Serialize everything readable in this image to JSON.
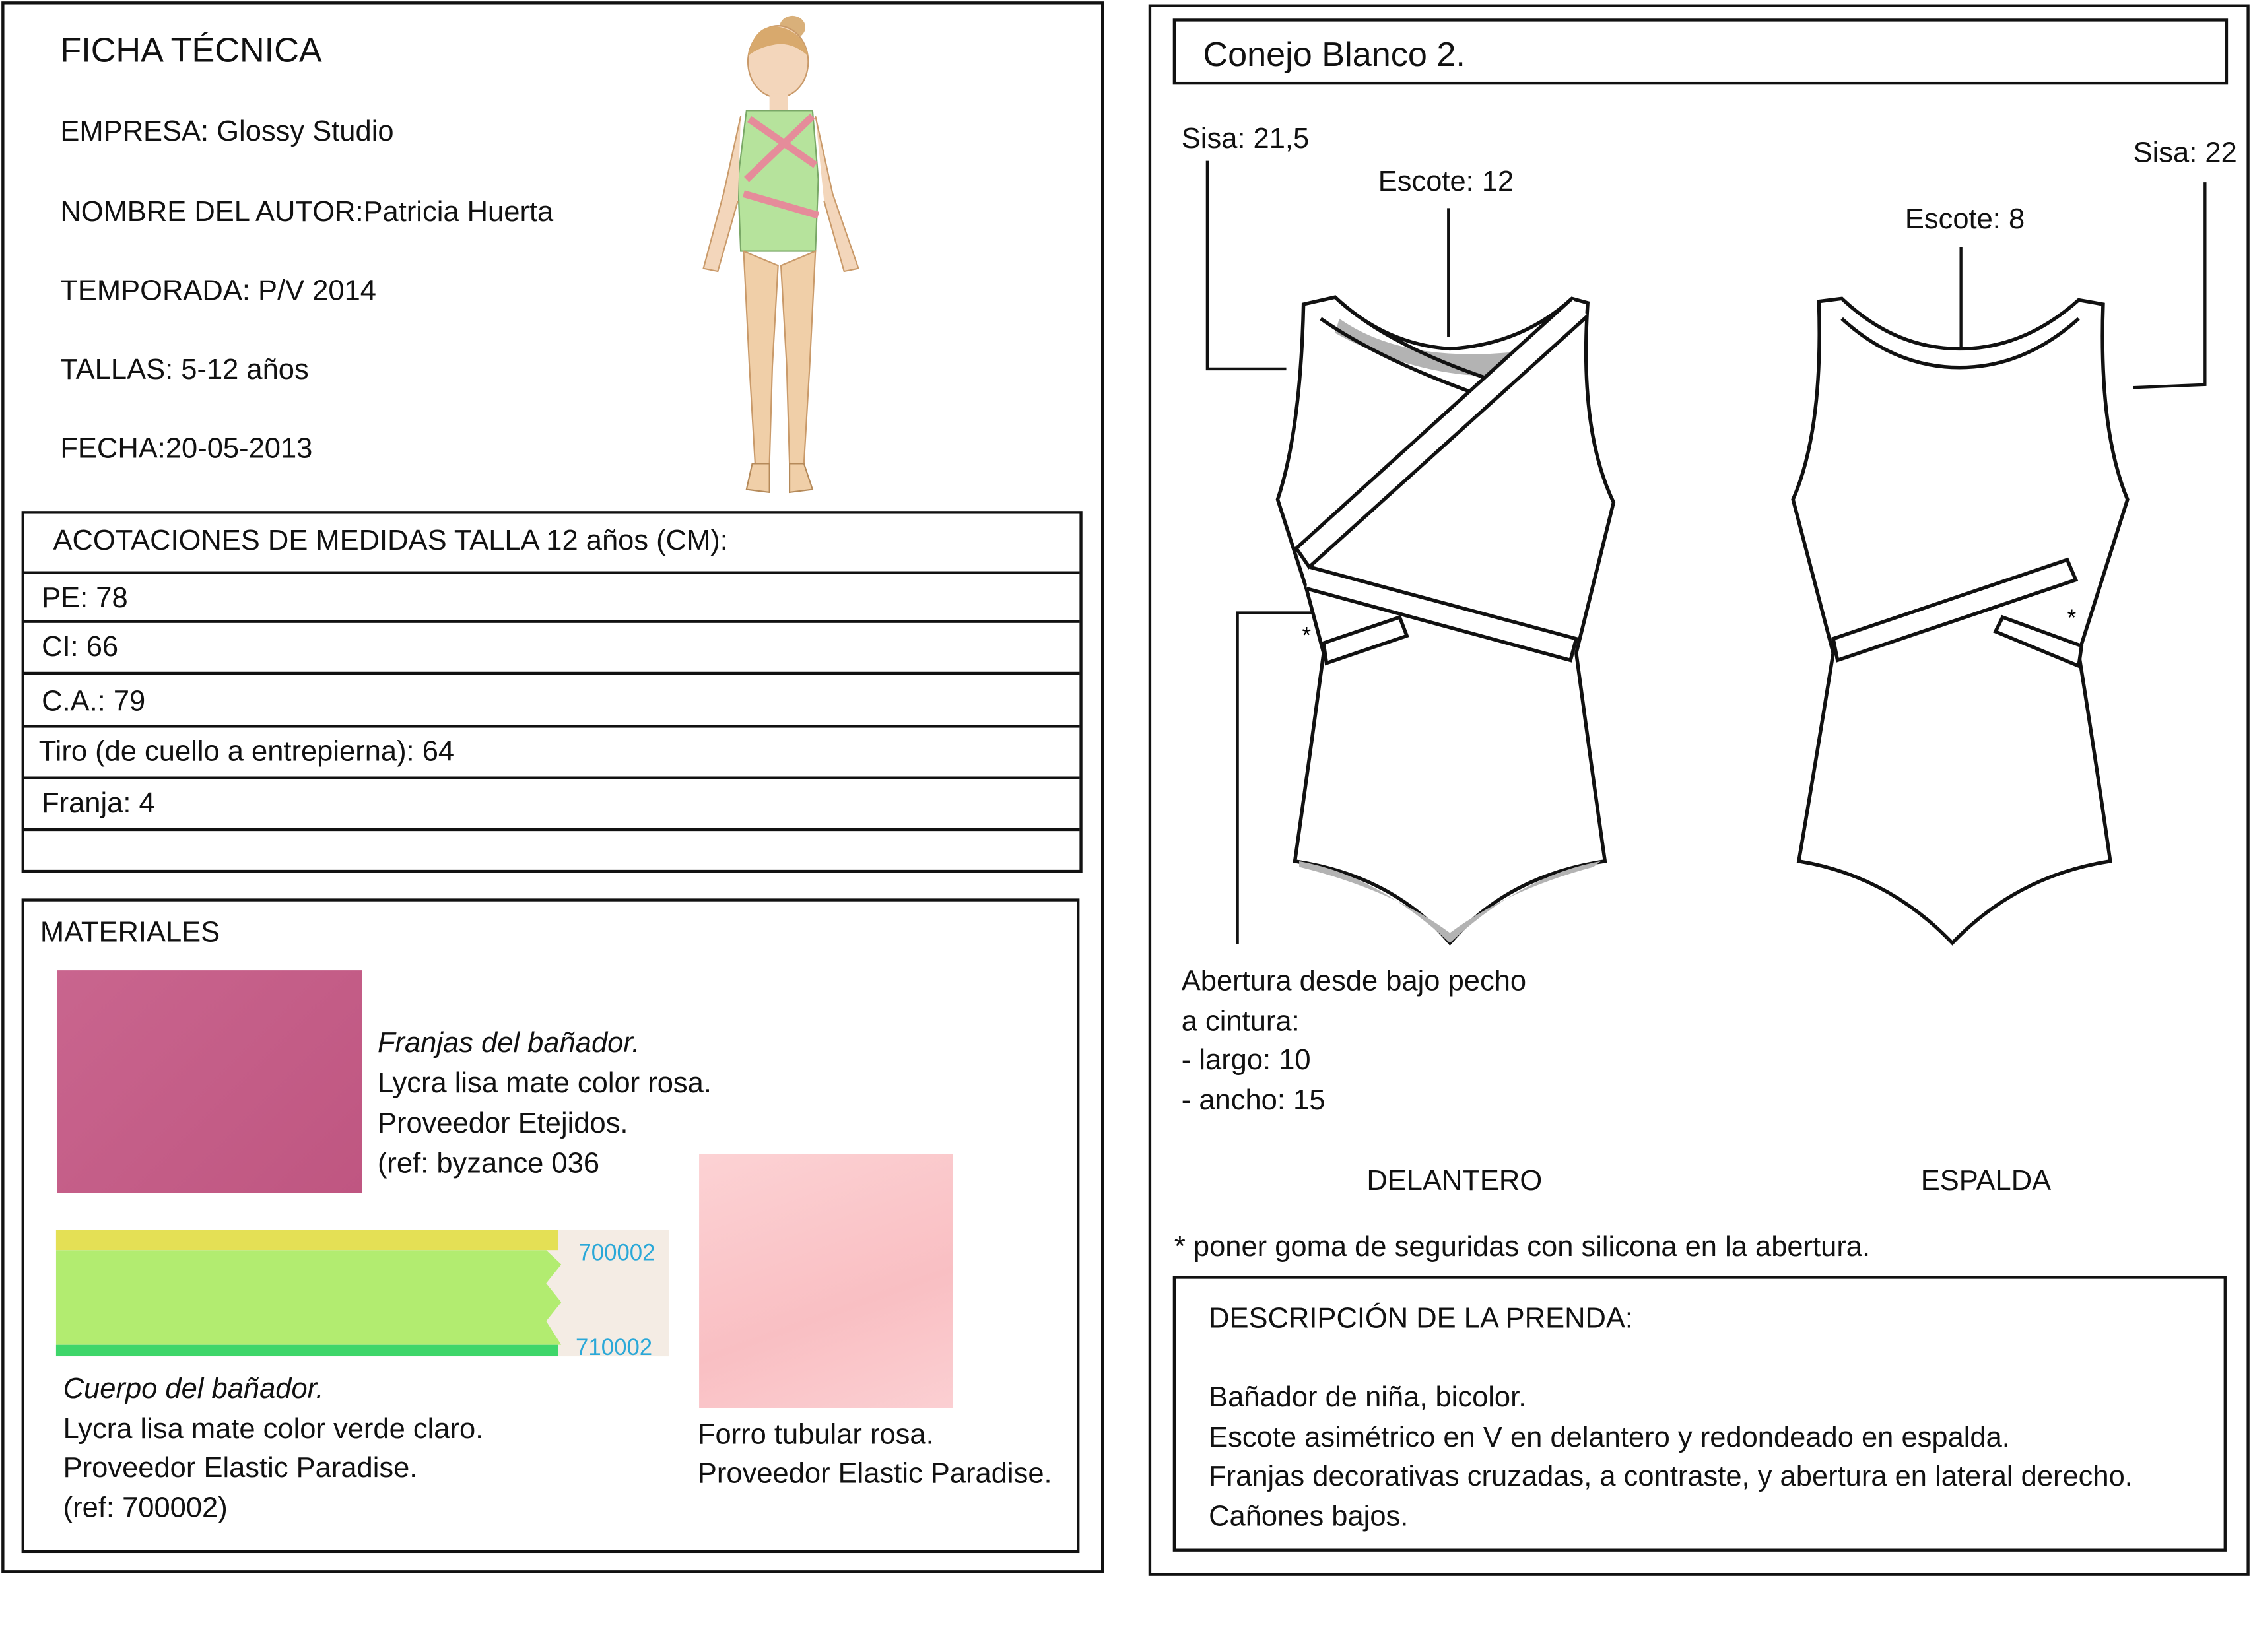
{
  "header": {
    "title": "FICHA TÉCNICA",
    "fields": [
      {
        "label": "EMPRESA:",
        "value": "Glossy Studio"
      },
      {
        "label": "NOMBRE DEL AUTOR:",
        "value": "Patricia Huerta"
      },
      {
        "label": "TEMPORADA:",
        "value": "P/V 2014"
      },
      {
        "label": "TALLAS:",
        "value": "5-12 años"
      },
      {
        "label": "FECHA:",
        "value": "20-05-2013"
      }
    ]
  },
  "measurements": {
    "title": "ACOTACIONES DE MEDIDAS TALLA 12 años (CM):",
    "rows": [
      "PE: 78",
      "CI: 66",
      "C.A.: 79",
      "Tiro (de cuello a entrepierna): 64",
      "Franja: 4",
      ""
    ]
  },
  "materials": {
    "title": "MATERIALES",
    "items": [
      {
        "name": "Franjas del bañador.",
        "lines": [
          "Lycra lisa mate color rosa.",
          "Proveedor Etejidos.",
          "(ref: byzance 036"
        ],
        "color": "#c45c86"
      },
      {
        "name": "Cuerpo del bañador.",
        "lines": [
          "Lycra lisa mate color verde claro.",
          "Proveedor Elastic Paradise.",
          "(ref: 700002)"
        ],
        "color": "#b4ee74",
        "swatch_codes": [
          "700002",
          "710002"
        ]
      },
      {
        "name": "",
        "lines": [
          "Forro tubular rosa.",
          "Proveedor Elastic Paradise."
        ],
        "color": "#fbc5c8"
      }
    ]
  },
  "design": {
    "title": "Conejo Blanco 2.",
    "front": {
      "label": "DELANTERO",
      "sisa": "Sisa: 21,5",
      "escote": "Escote: 12",
      "asterisk": "*",
      "opening": [
        "Abertura desde bajo pecho",
        "a cintura:",
        "- largo: 10",
        "- ancho: 15"
      ]
    },
    "back": {
      "label": "ESPALDA",
      "sisa": "Sisa: 22",
      "escote": "Escote: 8",
      "asterisk": "*"
    },
    "footnote": "* poner goma de seguridas con silicona en la abertura."
  },
  "description": {
    "title": "DESCRIPCIÓN DE LA PRENDA:",
    "lines": [
      "Bañador de niña, bicolor.",
      "Escote asimétrico en V en delantero y redondeado en espalda.",
      "Franjas decorativas cruzadas, a contraste, y abertura en lateral derecho.",
      "Cañones bajos."
    ]
  }
}
